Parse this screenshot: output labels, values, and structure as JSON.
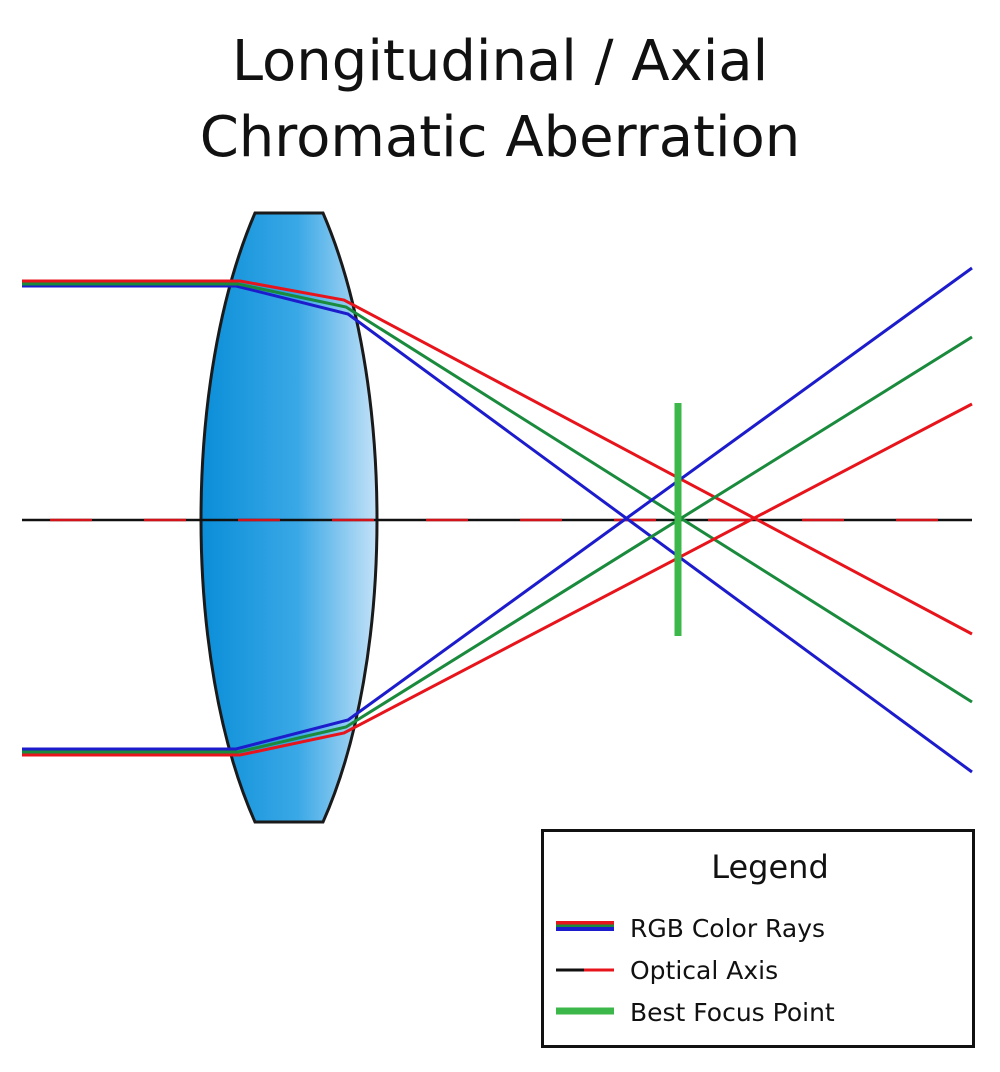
{
  "title": {
    "line1": "Longitudinal / Axial",
    "line2": "Chromatic Aberration"
  },
  "colors": {
    "red_ray": "#e8141c",
    "green_ray": "#1a8a3c",
    "blue_ray": "#1c1ccc",
    "optical_axis": "#111111",
    "optical_axis_dash": "#e8141c",
    "best_focus": "#3cb84a",
    "lens_fill_dark": "#0a8ed8",
    "lens_fill_light": "#b8dcf6",
    "lens_outline": "#1a1a1a"
  },
  "legend": {
    "title": "Legend",
    "items": [
      {
        "label": "RGB Color Rays",
        "icon": "rgb-rays-swatch"
      },
      {
        "label": "Optical Axis",
        "icon": "optical-axis-swatch"
      },
      {
        "label": "Best Focus Point",
        "icon": "best-focus-swatch"
      }
    ]
  }
}
